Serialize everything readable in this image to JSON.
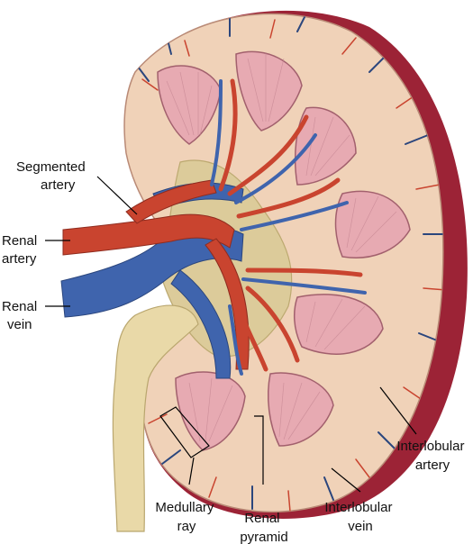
{
  "labels": {
    "segmented_artery": [
      "Segmented",
      "artery"
    ],
    "renal_artery": [
      "Renal",
      "artery"
    ],
    "renal_vein": [
      "Renal",
      "vein"
    ],
    "medullary_ray": [
      "Medullary",
      "ray"
    ],
    "renal_pyramid": [
      "Renal",
      "pyramid"
    ],
    "interlobular_vein": [
      "Interlobular",
      "vein"
    ],
    "interlobular_artery": [
      "Interlobular",
      "artery"
    ]
  },
  "colors": {
    "capsule": "#9c2336",
    "cortex": "#f0d2b8",
    "pyramid": "#e7aab2",
    "artery": "#c9442f",
    "vein": "#3f64ad",
    "ureter": "#e9d9a8",
    "sinus": "#dccb9a"
  }
}
